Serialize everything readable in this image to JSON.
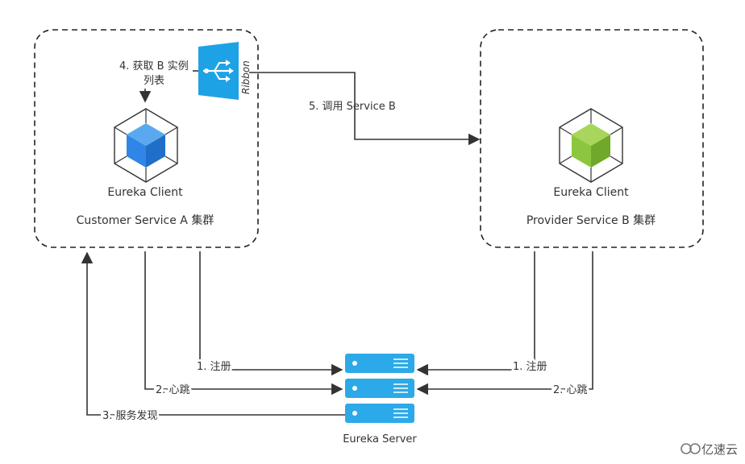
{
  "cluster_a": {
    "client_label": "Eureka Client",
    "cluster_label": "Customer Service A 集群"
  },
  "cluster_b": {
    "client_label": "Eureka Client",
    "cluster_label": "Provider Service B 集群"
  },
  "ribbon": {
    "label": "Ribbon",
    "fetch_line1": "4. 获取 B 实例",
    "fetch_line2": "列表"
  },
  "call_label": "5. 调用 Service B",
  "server": {
    "label": "Eureka Server"
  },
  "flows_a": {
    "register": "1. 注册",
    "heartbeat": "2. 心跳",
    "discovery": "3. 服务发现"
  },
  "flows_b": {
    "register": "1. 注册",
    "heartbeat": "2. 心跳"
  },
  "watermark": "亿速云",
  "colors": {
    "blue_cube": "#2f86e6",
    "green_cube": "#8cc63f",
    "ribbon_blue": "#1ea2e6",
    "server_blue": "#2ca9e8",
    "line": "#333333"
  }
}
